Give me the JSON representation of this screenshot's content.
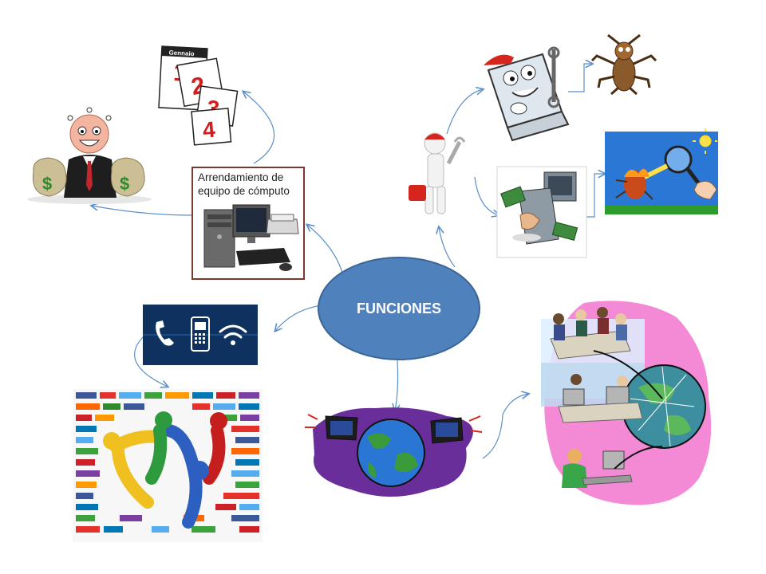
{
  "center_node": {
    "label": "FUNCIONES"
  },
  "rental_box": {
    "label": "Arrendamiento de equipo de cómputo"
  },
  "calendar": {
    "month": "Gennaio",
    "numbers": [
      "1",
      "2",
      "3",
      "4"
    ]
  },
  "colors": {
    "center_fill": "#4f81bd",
    "connector": "#5b8fc9",
    "money": "#2d8a2d"
  },
  "icons": [
    "calendar-icon",
    "businessman-money-icon",
    "computer-rental-icon",
    "technician-icon",
    "laptop-repair-icon",
    "bug-icon",
    "computer-hardware-icon",
    "bug-magnifier-icon",
    "communications-icon",
    "social-networks-icon",
    "globe-network-icon",
    "office-network-icon"
  ]
}
